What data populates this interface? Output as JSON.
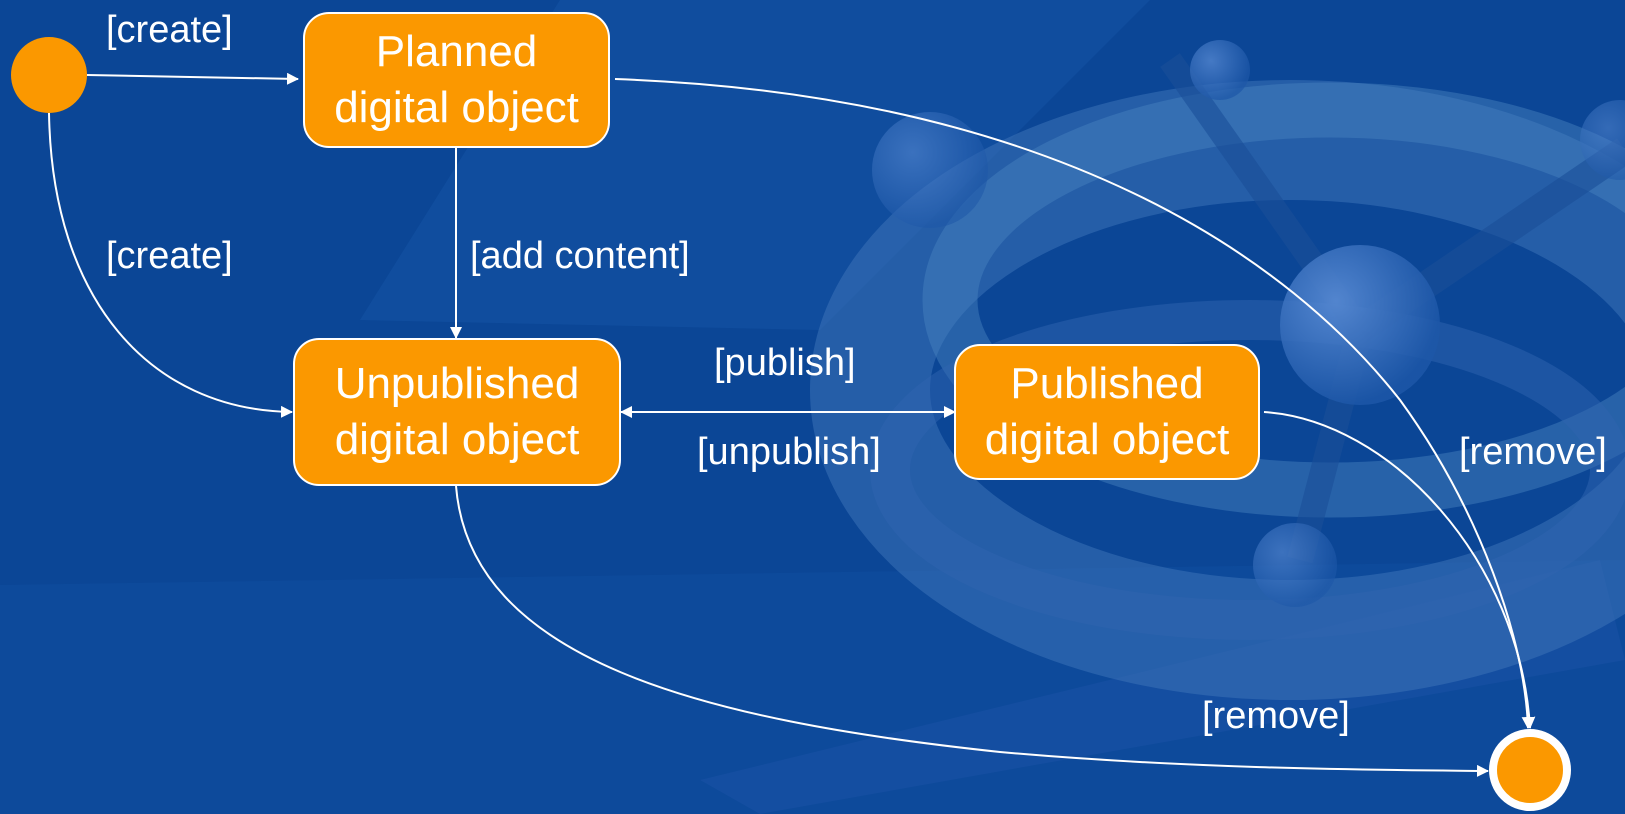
{
  "colors": {
    "background": "#0b4696",
    "state_fill": "#fb9800",
    "line": "#ffffff",
    "text": "#ffffff"
  },
  "states": {
    "planned": {
      "line1": "Planned",
      "line2": "digital object"
    },
    "unpublished": {
      "line1": "Unpublished",
      "line2": "digital object"
    },
    "published": {
      "line1": "Published",
      "line2": "digital object"
    }
  },
  "transitions": {
    "create_to_planned": "[create]",
    "create_to_unpublished": "[create]",
    "add_content": "[add content]",
    "publish": "[publish]",
    "unpublish": "[unpublish]",
    "remove_published": "[remove]",
    "remove_unpublished": "[remove]"
  }
}
